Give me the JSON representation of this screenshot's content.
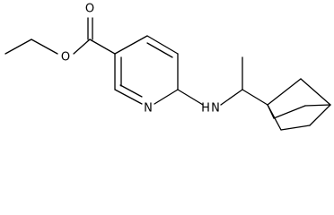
{
  "structure": {
    "atoms": {
      "carbonyl_oxygen": "O",
      "ester_oxygen": "O",
      "ring_nitrogen": "N",
      "amine": "H",
      "amine_n": "N"
    }
  }
}
